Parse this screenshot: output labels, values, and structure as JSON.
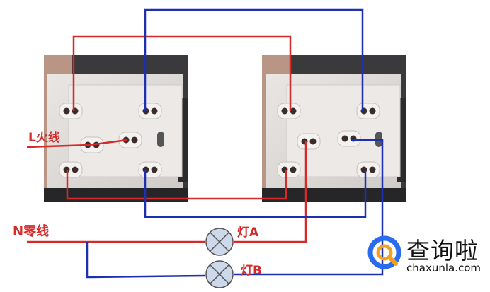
{
  "labels": {
    "live": "L火线",
    "neutral": "N零线",
    "lamp_a": "灯A",
    "lamp_b": "灯B"
  },
  "watermark": {
    "name": "查询啦",
    "url": "chaxunla.com"
  },
  "colors": {
    "live": "#d42a2a",
    "return": "#1e2fb0",
    "lamp": "#cdd8ea",
    "logo_blue": "#2a6cf0",
    "logo_orange": "#f4a21c"
  }
}
